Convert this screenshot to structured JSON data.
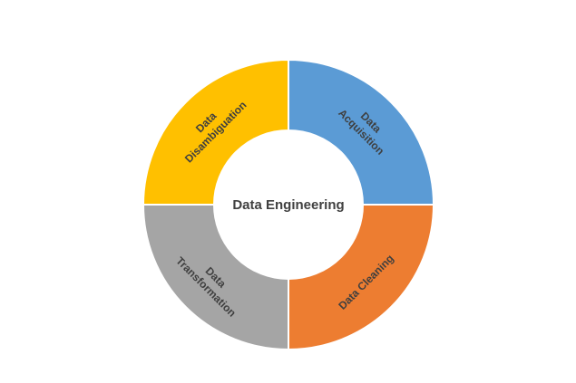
{
  "center": {
    "title": "Data Engineering"
  },
  "segments": [
    {
      "id": "acquisition",
      "lines": [
        "Data",
        "Acquisition"
      ],
      "color": "#5b9bd5"
    },
    {
      "id": "cleaning",
      "lines": [
        "Data Cleaning"
      ],
      "color": "#ed7d31"
    },
    {
      "id": "transformation",
      "lines": [
        "Data",
        "Transformation"
      ],
      "color": "#a5a5a5"
    },
    {
      "id": "disambiguation",
      "lines": [
        "Data",
        "Disambiguation"
      ],
      "color": "#ffc000"
    }
  ]
}
